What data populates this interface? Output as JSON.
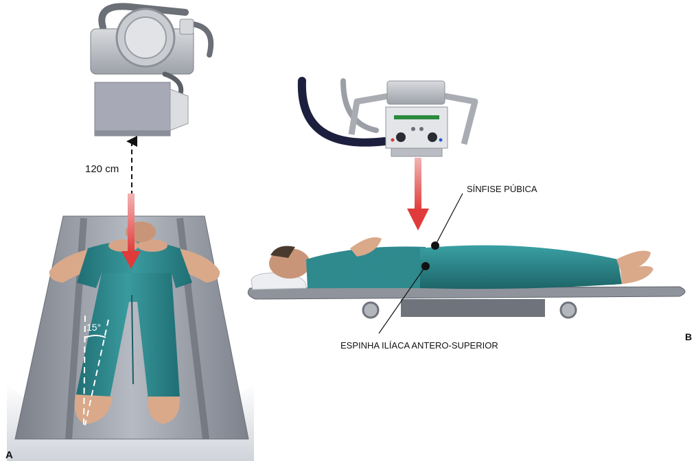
{
  "panels": {
    "a": {
      "letter": "A",
      "distance_label": "120 cm",
      "angle_label": "15°"
    },
    "b": {
      "letter": "B",
      "label_top": "SÍNFISE PÚBICA",
      "label_bottom": "ESPINHA ILÍACA ANTERO-SUPERIOR"
    }
  },
  "colors": {
    "beam": "#e03a3a",
    "scrubs": "#2f8a8e",
    "skin": "#d9a98a",
    "table": "#9aa0aa",
    "tube": "#b9bcc2",
    "cable": "#1c1f3d"
  }
}
